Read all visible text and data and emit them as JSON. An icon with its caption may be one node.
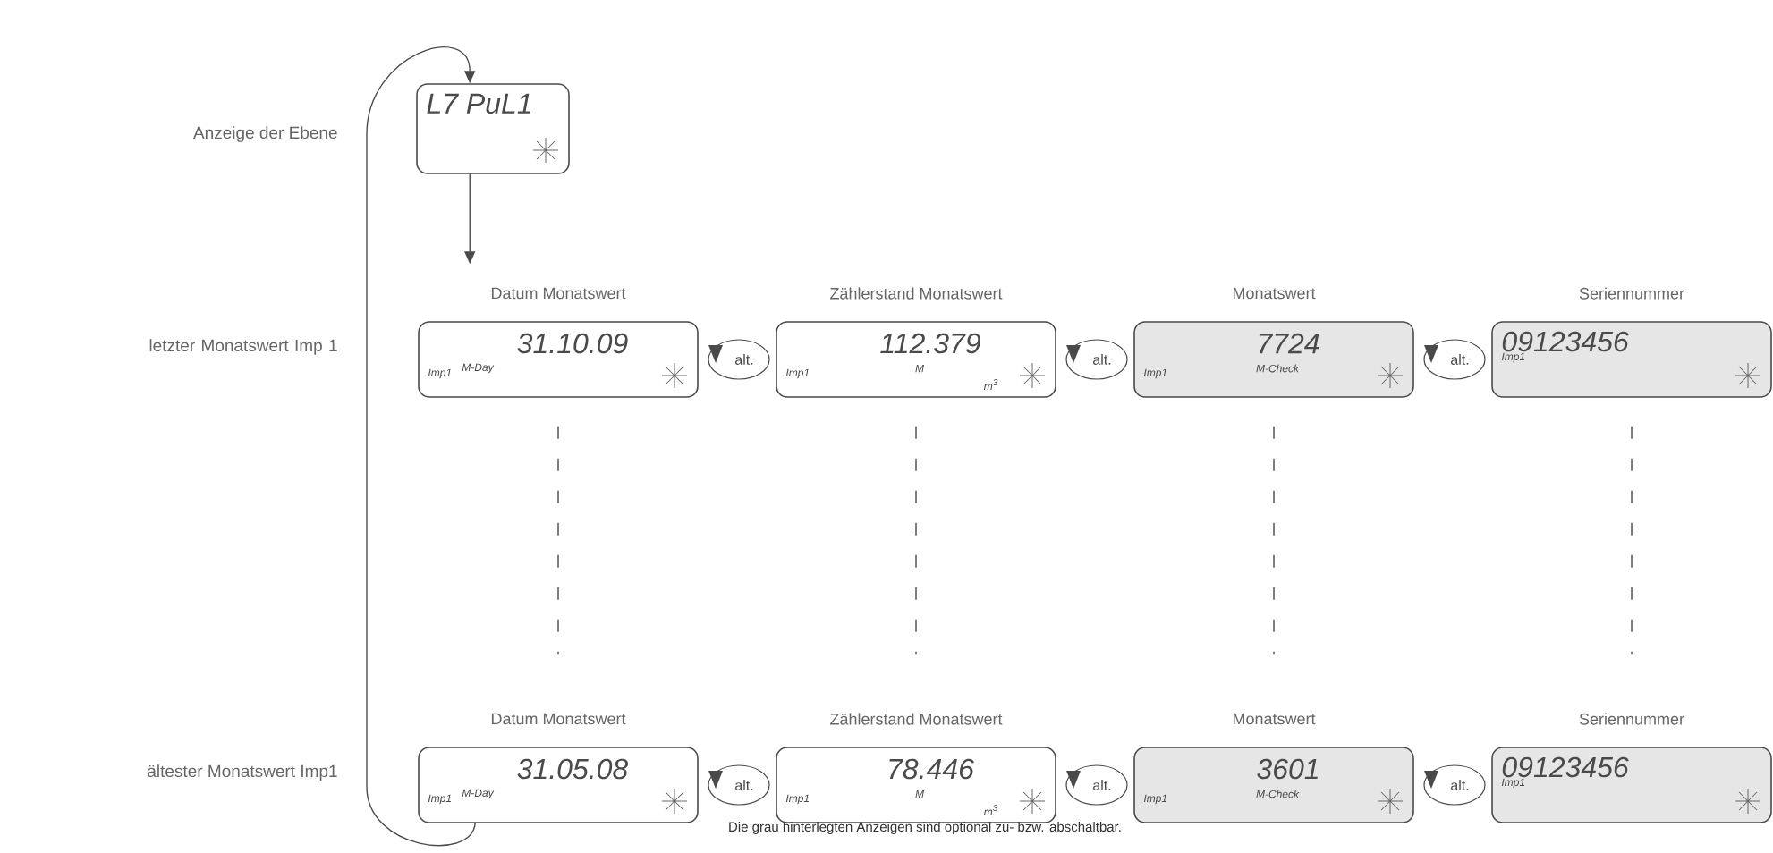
{
  "diagram": {
    "nodes": [
      {
        "text": [
          "L7 PuL1"
        ]
      },
      {
        "text": [
          "Datum Monatswert",
          "31.10.09",
          "Imp1",
          "M-Day"
        ]
      },
      {
        "text": [
          "alt."
        ]
      },
      {
        "text": [
          "Zählerstand Monatswert",
          "112.379",
          "Imp1",
          "M",
          "m$^{3}$"
        ]
      },
      {
        "text": [
          "alt."
        ]
      },
      {
        "text": [
          "Monatswert",
          "7724",
          "Imp1",
          "M-Check"
        ]
      },
      {
        "text": [
          "alt."
        ]
      },
      {
        "text": [
          "Seriennummer",
          "09123456",
          "Imp1"
        ]
      },
      {
        "text": [
          "Datum Monatswert",
          "31.05.08",
          "Imp1",
          "M-Day"
        ]
      },
      {
        "text": [
          "alt."
        ]
      },
      {
        "text": [
          "Zählerstand Monatswert",
          "78.446",
          "Imp1",
          "M",
          "m$^{3}$"
        ]
      },
      {
        "text": [
          "alt."
        ]
      },
      {
        "text": [
          "Monatswert",
          "3601",
          "Imp1",
          "M-Check"
        ]
      },
      {
        "text": [
          "alt."
        ]
      },
      {
        "text": [
          "Seriennummer",
          "09123456",
          "Imp1"
        ]
      }
    ],
    "edges": [
      {
        "from": 8,
        "to": 0,
        "arrow": "to"
      },
      {
        "from": 0,
        "to": 1,
        "arrow": "to"
      },
      {
        "from": 1,
        "to": 8,
        "arrow": "none",
        "style": "dashed"
      },
      {
        "from": 3,
        "to": 10,
        "arrow": "none",
        "style": "dashed"
      },
      {
        "from": 5,
        "to": 12,
        "arrow": "none",
        "style": "dashed"
      },
      {
        "from": 7,
        "to": 14,
        "arrow": "none",
        "style": "dashed"
      }
    ],
    "labels": [
      "Anzeige der Ebene",
      "letzter Monatswert Imp 1",
      "ältester Monatswert Imp1",
      "Die grau hinterlegten Anzeigen sind optional zu- bzw. abschaltbar."
    ]
  }
}
